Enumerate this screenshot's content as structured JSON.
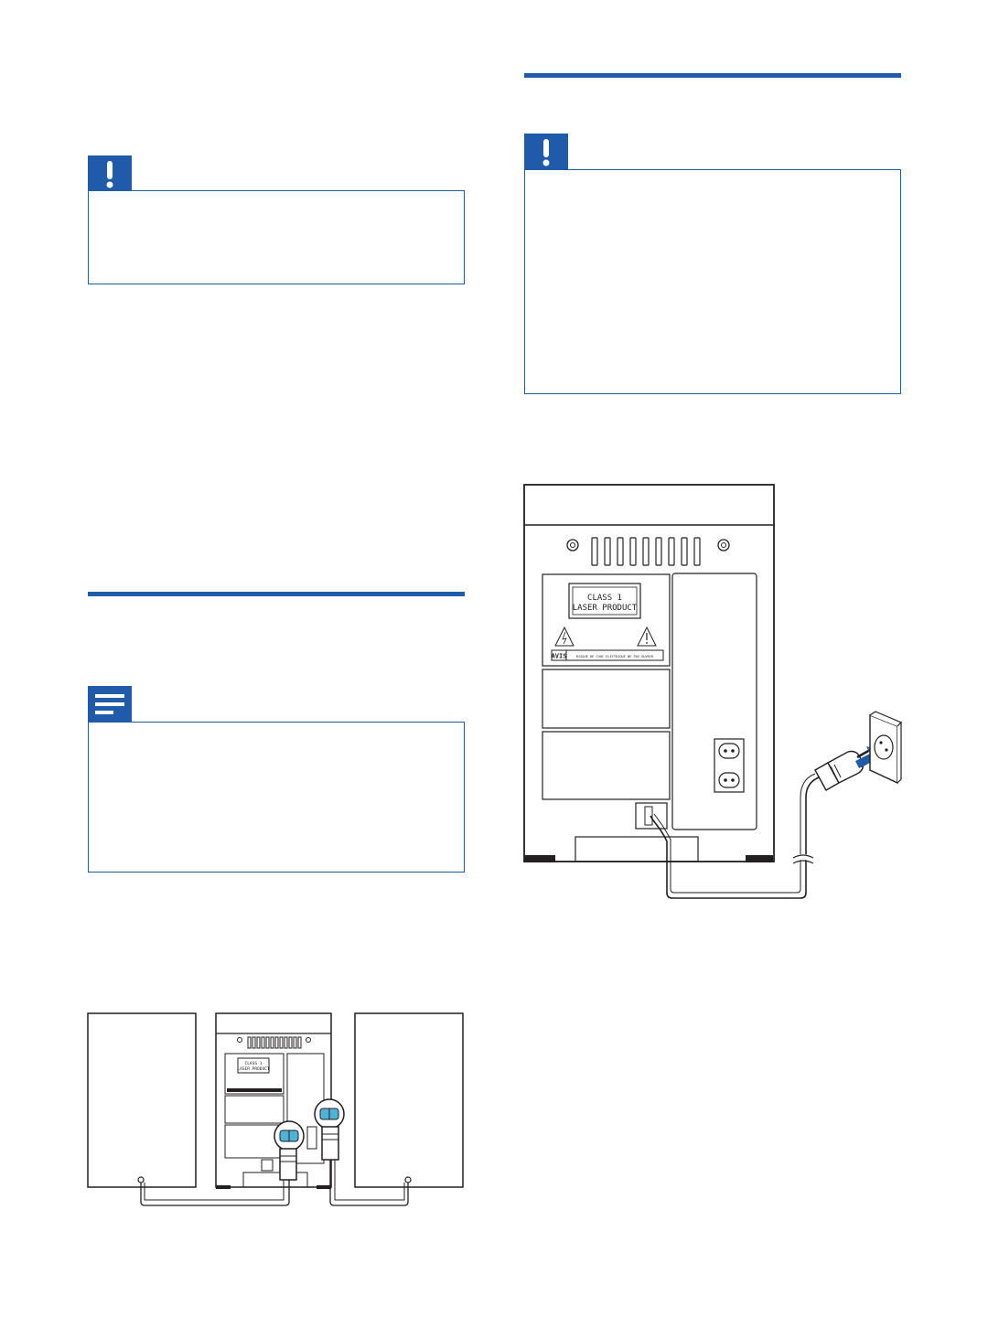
{
  "colors": {
    "brand": "#1f5ba8",
    "cyan": "#4fb3d9",
    "ink": "#231f20"
  },
  "icons": {
    "caution": "exclamation-icon",
    "note": "note-lines-icon"
  },
  "left_column": {
    "caution_box": {
      "icon": "exclamation-icon",
      "text": ""
    },
    "note_box": {
      "icon": "note-lines-icon",
      "text": ""
    },
    "speaker_figure": {
      "laser_label_line1": "CLASS 1",
      "laser_label_line2": "LASER PRODUCT"
    }
  },
  "right_column": {
    "caution_box": {
      "icon": "exclamation-icon",
      "text": ""
    },
    "power_figure": {
      "laser_label_line1": "CLASS 1",
      "laser_label_line2": "LASER PRODUCT",
      "avis_label": "AVIS",
      "avis_text": "RISQUE DE CHOC ELECTRIQUE NE PAS OUVRIR"
    }
  }
}
